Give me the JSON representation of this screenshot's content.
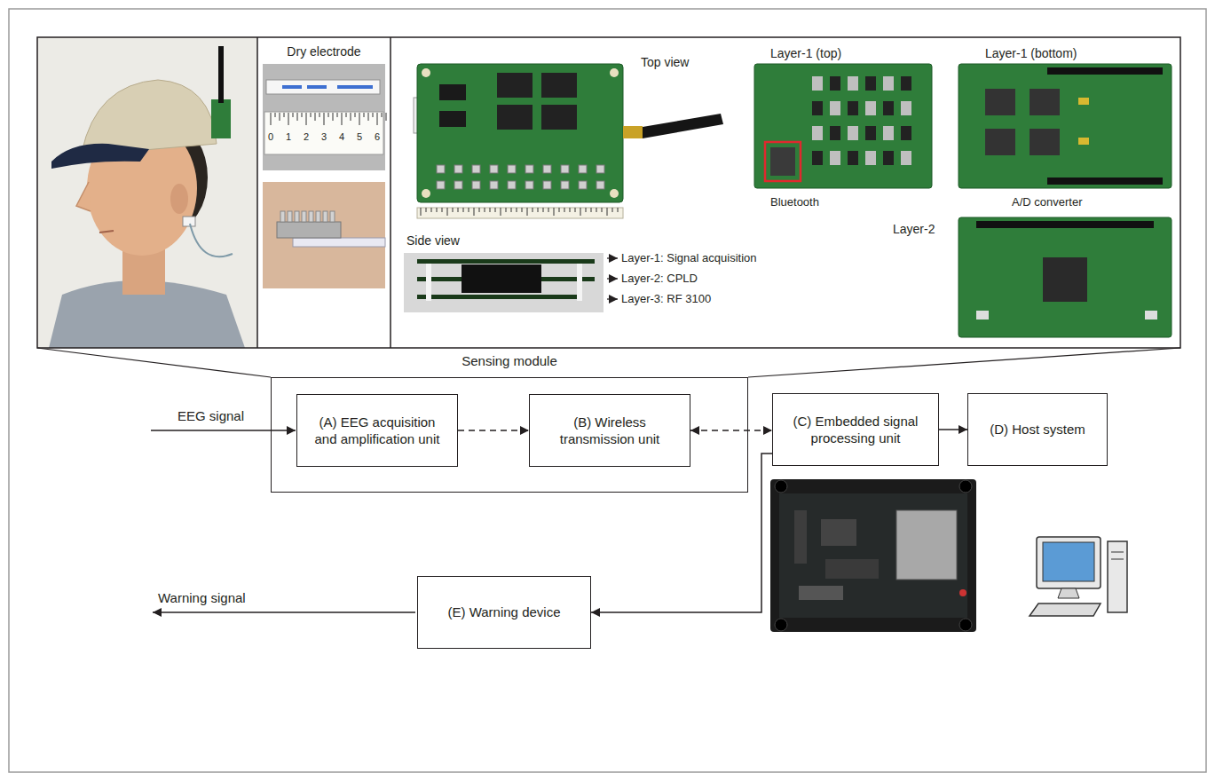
{
  "diagram": {
    "nodes": [
      {
        "text": [
          "Sensing module"
        ]
      },
      {
        "text": [
          "(A) EEG acquisition and amplification unit"
        ],
        "in": 0
      },
      {
        "text": [
          "(B) Wireless transmission unit"
        ],
        "in": 0
      },
      {
        "text": [
          "(C) Embedded signal processing unit"
        ]
      },
      {
        "text": [
          "(D) Host system"
        ]
      },
      {
        "text": [
          "(E) Warning device"
        ]
      }
    ],
    "edges": [
      {
        "from": 1,
        "to": 2,
        "arrow": "to"
      },
      {
        "from": 2,
        "to": 3,
        "arrow": "both"
      },
      {
        "from": 3,
        "to": 4,
        "arrow": "to"
      },
      {
        "from": 3,
        "to": 5,
        "arrow": "to"
      }
    ],
    "labels": [
      "Dry electrode",
      "0",
      "1",
      "2",
      "3",
      "4",
      "5",
      "6",
      "Top view",
      "Layer-1 (top)",
      "Layer-1 (bottom)",
      "Bluetooth",
      "A/D converter",
      "Layer-2",
      "Side view",
      "Layer-1: Signal acquisition",
      "Layer-2: CPLD",
      "Layer-3: RF 3100",
      "EEG signal",
      "Warning signal"
    ]
  }
}
